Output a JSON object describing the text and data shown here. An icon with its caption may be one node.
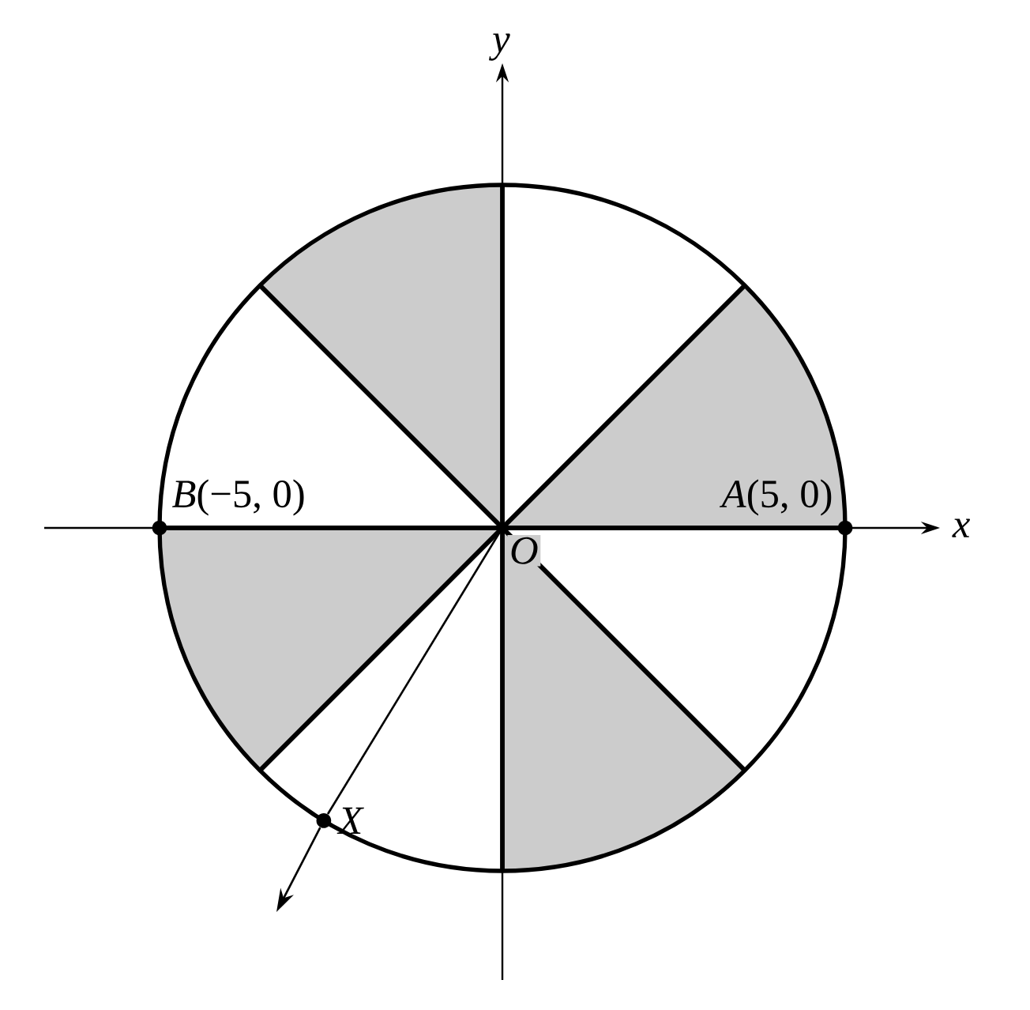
{
  "diagram": {
    "nodes": [
      {
        "text": [
          "O"
        ]
      },
      {
        "text": [
          "*A*(5, 0)"
        ]
      },
      {
        "text": [
          "*B*(−5, 0)"
        ]
      },
      {
        "text": [
          "X"
        ]
      }
    ],
    "edges": [
      {
        "from": 0,
        "to": 3,
        "arrow": "none"
      },
      {
        "from": 3,
        "to": null,
        "arrow": "to"
      }
    ],
    "labels": [
      "y",
      "x"
    ]
  }
}
